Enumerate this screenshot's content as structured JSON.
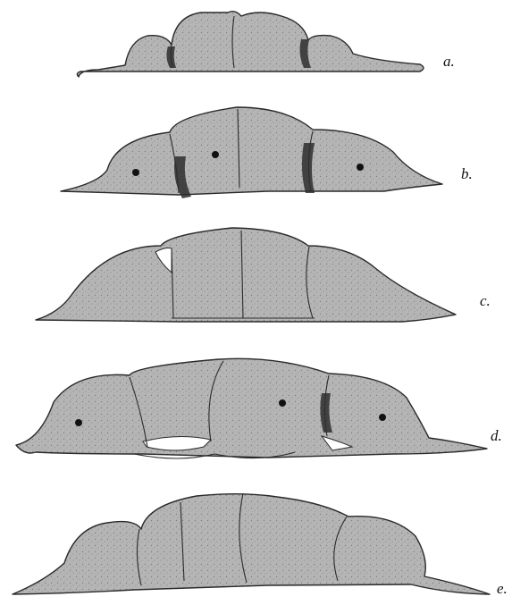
{
  "figure": {
    "panels": [
      {
        "id": "a",
        "label": "a."
      },
      {
        "id": "b",
        "label": "b."
      },
      {
        "id": "c",
        "label": "c."
      },
      {
        "id": "d",
        "label": "d."
      },
      {
        "id": "e",
        "label": "e."
      }
    ],
    "colors": {
      "cell_fill": "#b3b3b3",
      "stipple": "#7d7d7d",
      "ink": "#2a2a2a"
    }
  }
}
